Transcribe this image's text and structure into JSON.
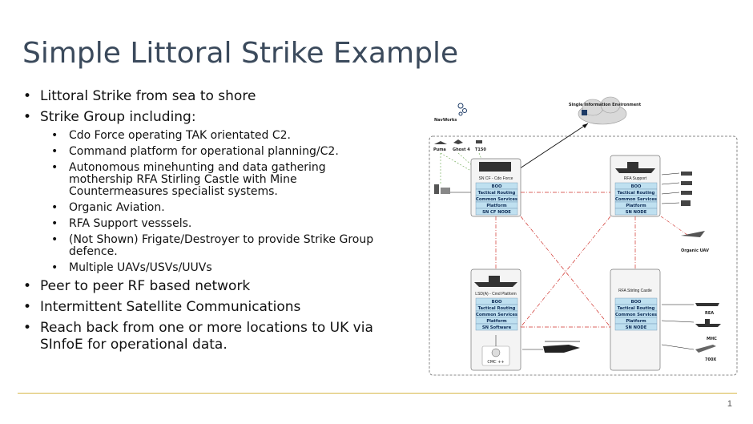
{
  "slide": {
    "title": "Simple Littoral Strike Example",
    "page_number": "1"
  },
  "bullets": {
    "b1": "Littoral Strike from sea to shore",
    "b2": "Strike Group including:",
    "sub": [
      "Cdo Force operating TAK orientated C2.",
      "Command platform for operational planning/C2.",
      "Autonomous minehunting and data gathering mothership RFA Stirling Castle with Mine Countermeasures specialist systems.",
      "Organic Aviation.",
      "RFA Support vesssels.",
      "(Not Shown) Frigate/Destroyer to provide Strike Group defence.",
      "Multiple UAVs/USVs/UUVs"
    ],
    "b3": "Peer to peer RF based network",
    "b4": "Intermittent Satellite Communications",
    "b5": "Reach back from one or more locations to UK via SInfoE for operational data."
  },
  "diagram": {
    "logo": "NavWorks",
    "cloud_label": "Single Information Environment",
    "drones": [
      "Puma",
      "Ghost 4",
      "T150"
    ],
    "nodes": {
      "cdo": {
        "title": "SN CF - Cdo Force",
        "rows": [
          "BOO",
          "Tactical Routing",
          "Common Services",
          "Platform",
          "SN CF NODE"
        ]
      },
      "rfa_support": {
        "title": "RFA Support",
        "rows": [
          "BOO",
          "Tactical Routing",
          "Common Services",
          "Platform",
          "SN NODE"
        ]
      },
      "lsd": {
        "title": "LSD(A) - Cmd Platform",
        "rows": [
          "BOO",
          "Tactical Routing",
          "Common Services",
          "Platform",
          "SN Software"
        ]
      },
      "stirling": {
        "title": "RFA Stirling Castle",
        "rows": [
          "BOO",
          "Tactical Routing",
          "Common Services",
          "Platform",
          "SN NODE"
        ]
      }
    },
    "right_labels": [
      "Organic UAV",
      "REA",
      "MHC",
      "700X"
    ],
    "lsd_box_label": "CMC ++",
    "colors": {
      "row_fill": "#bfe0f0",
      "dash_red": "#d0322c",
      "border": "#555555"
    }
  }
}
